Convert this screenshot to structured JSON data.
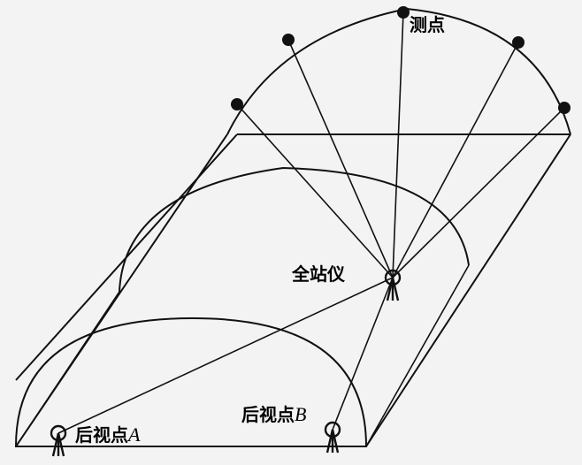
{
  "diagram": {
    "labels": {
      "survey_point": "测点",
      "total_station": "全站仪",
      "backsight_a_text": "后视点",
      "backsight_a_letter": "A",
      "backsight_b_text": "后视点",
      "backsight_b_letter": "B"
    },
    "colors": {
      "ink": "#111111",
      "paper": "#f3f3f3"
    }
  }
}
